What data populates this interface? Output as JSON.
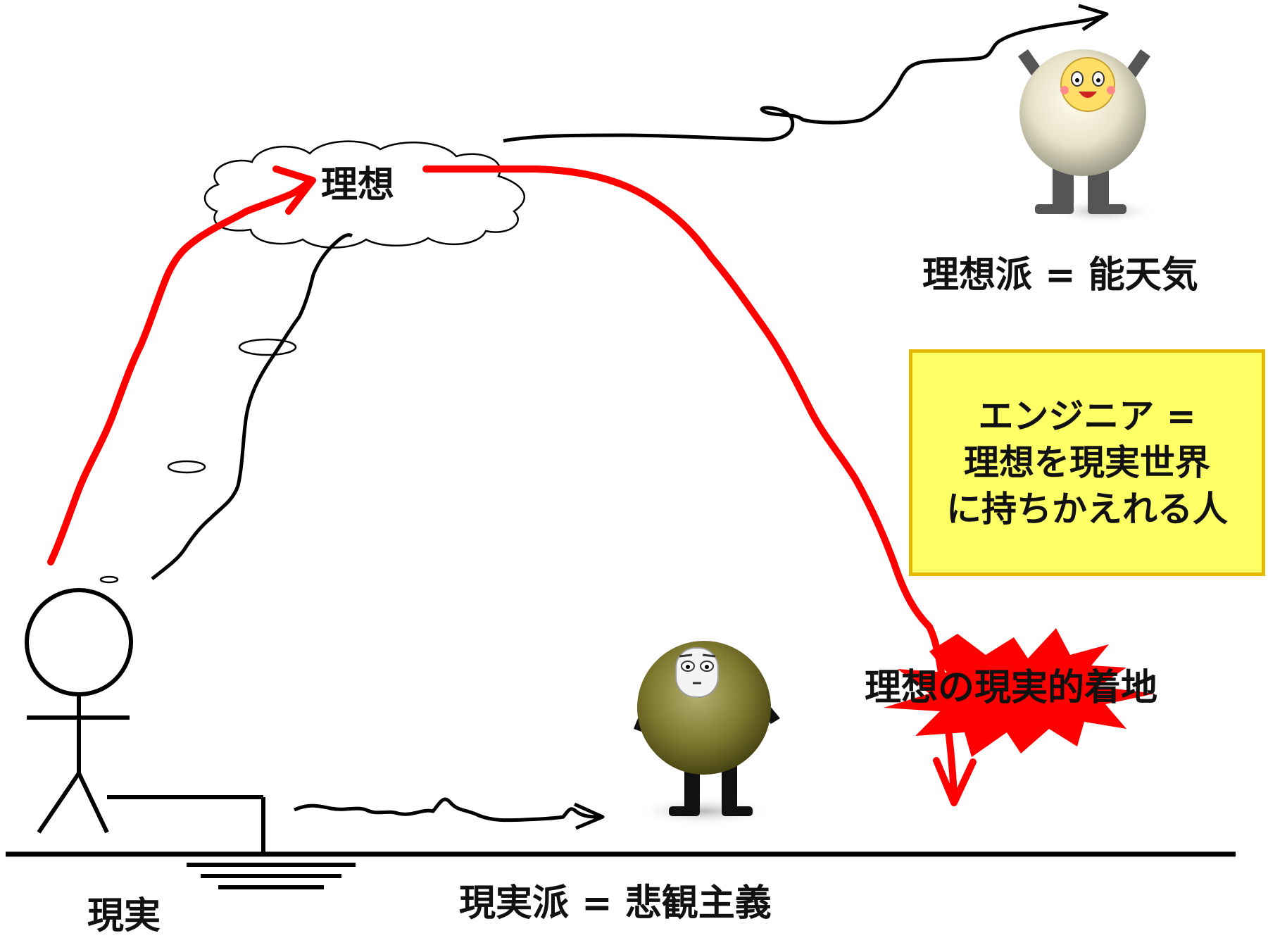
{
  "labels": {
    "reality": "現実",
    "ideal": "理想",
    "idealists": "理想派 = 能天気",
    "realists": "現実派 = 悲観主義",
    "landing": "理想の現実的着地"
  },
  "callout": {
    "lines": [
      "エンジニア =",
      "理想を現実世界",
      "に持ちかえれる人"
    ]
  },
  "colors": {
    "red_path": "#ff0000",
    "callout_fill": "#ffff66",
    "callout_border": "#e6b800",
    "ink": "#000000"
  }
}
